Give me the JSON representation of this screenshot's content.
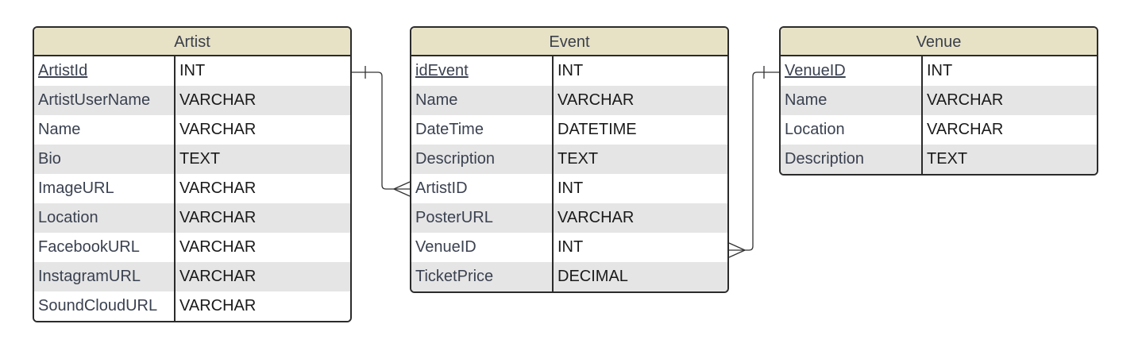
{
  "colors": {
    "header_bg": "#e7e2c6",
    "row_alt_bg": "#e5e5e5",
    "row_bg": "#ffffff",
    "border": "#2b2b2b",
    "connector": "#333333"
  },
  "entities": {
    "artist": {
      "title": "Artist",
      "fields": [
        {
          "name": "ArtistId",
          "type": "INT",
          "pk": true
        },
        {
          "name": "ArtistUserName",
          "type": "VARCHAR"
        },
        {
          "name": "Name",
          "type": "VARCHAR"
        },
        {
          "name": "Bio",
          "type": "TEXT"
        },
        {
          "name": "ImageURL",
          "type": "VARCHAR"
        },
        {
          "name": "Location",
          "type": "VARCHAR"
        },
        {
          "name": "FacebookURL",
          "type": "VARCHAR"
        },
        {
          "name": "InstagramURL",
          "type": "VARCHAR"
        },
        {
          "name": "SoundCloudURL",
          "type": "VARCHAR"
        }
      ]
    },
    "event": {
      "title": "Event",
      "fields": [
        {
          "name": "idEvent",
          "type": "INT",
          "pk": true
        },
        {
          "name": "Name",
          "type": "VARCHAR"
        },
        {
          "name": "DateTime",
          "type": "DATETIME"
        },
        {
          "name": "Description",
          "type": "TEXT"
        },
        {
          "name": "ArtistID",
          "type": "INT"
        },
        {
          "name": "PosterURL",
          "type": "VARCHAR"
        },
        {
          "name": "VenueID",
          "type": "INT"
        },
        {
          "name": "TicketPrice",
          "type": "DECIMAL"
        }
      ]
    },
    "venue": {
      "title": "Venue",
      "fields": [
        {
          "name": "VenueID",
          "type": "INT",
          "pk": true
        },
        {
          "name": "Name",
          "type": "VARCHAR"
        },
        {
          "name": "Location",
          "type": "VARCHAR"
        },
        {
          "name": "Description",
          "type": "TEXT"
        }
      ]
    }
  },
  "relationships": [
    {
      "from": "artist.ArtistId",
      "to": "event.ArtistID",
      "from_card": "one",
      "to_card": "many"
    },
    {
      "from": "venue.VenueID",
      "to": "event.VenueID",
      "from_card": "one",
      "to_card": "many"
    }
  ]
}
